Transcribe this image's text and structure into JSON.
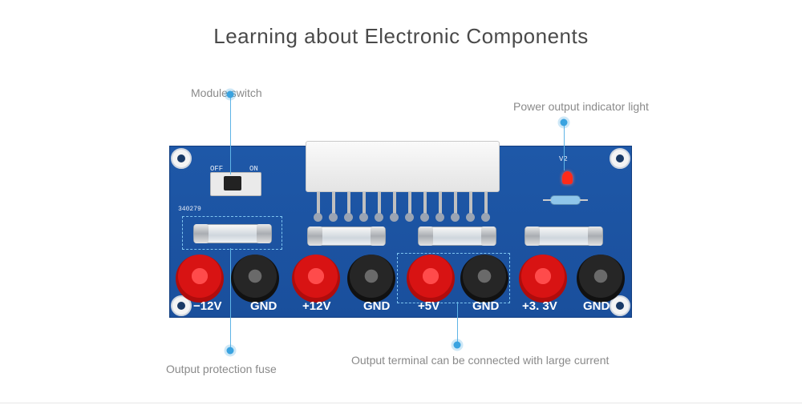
{
  "title": "Learning about Electronic Components",
  "labels": {
    "module_switch": "Module switch",
    "indicator_light": "Power output indicator light",
    "fuse": "Output protection fuse",
    "terminal": "Output terminal can be connected with large current"
  },
  "board": {
    "switch_off": "OFF",
    "switch_on": "ON",
    "part_code": "340279",
    "led_ref": "V2",
    "voltages": [
      "−12V",
      "GND",
      "+12V",
      "GND",
      "+5V",
      "GND",
      "+3. 3V",
      "GND"
    ]
  },
  "colors": {
    "board_blue": "#1e58a8",
    "accent_dot": "#3aa3e0",
    "terminal_red": "#d81313",
    "terminal_black": "#262626"
  }
}
